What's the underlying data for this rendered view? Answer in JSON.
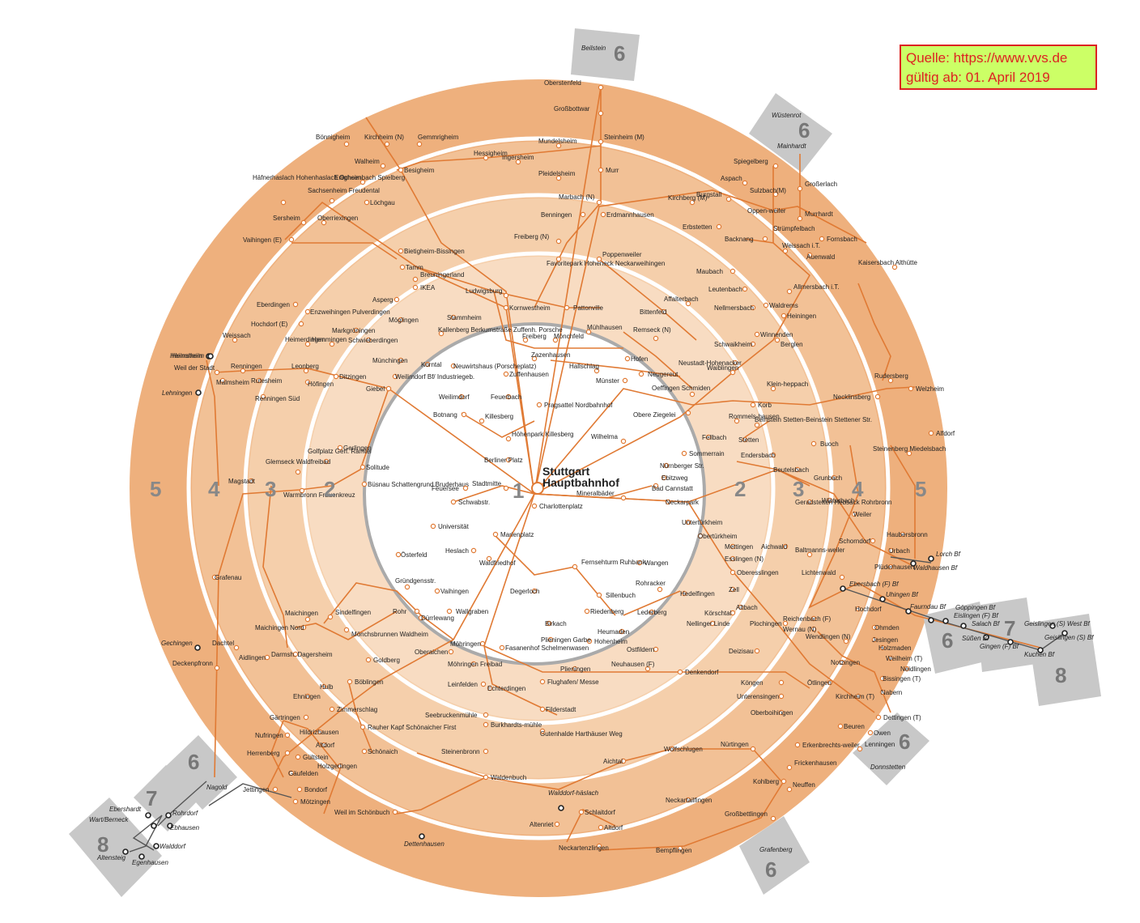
{
  "source": {
    "line1": "Quelle: https://www.vvs.de",
    "line2": "gültig ab: 01. April 2019"
  },
  "colors": {
    "zone5": "#eeb07d",
    "zone4": "#f2c196",
    "zone3": "#f5cfab",
    "zone2": "#f8dcc2",
    "zone1": "#ffffff",
    "line": "#e07a34",
    "tab": "#c8c8c8",
    "ring": "#999999"
  },
  "center": {
    "title1": "Stuttgart",
    "title2": "Hauptbahnhof",
    "zone": "1"
  },
  "zone_labels": [
    {
      "text": "5"
    },
    {
      "text": "4"
    },
    {
      "text": "3"
    },
    {
      "text": "2"
    },
    {
      "text": "2"
    },
    {
      "text": "3"
    },
    {
      "text": "4"
    },
    {
      "text": "5"
    }
  ],
  "tabs": [
    {
      "num": "6",
      "label": "Beilstein"
    },
    {
      "num": "6",
      "label": "Wüstenrot"
    },
    {
      "num": "6",
      "label": "Mainhardt"
    },
    {
      "num": "6",
      "label": "Grafenberg"
    },
    {
      "num": "6",
      "label": "Donnstetten"
    },
    {
      "num": "6",
      "label": "Nagold"
    },
    {
      "num": "7",
      "label": ""
    },
    {
      "num": "8",
      "label": ""
    },
    {
      "num": "6",
      "label": ""
    },
    {
      "num": "7",
      "label": ""
    },
    {
      "num": "8",
      "label": ""
    }
  ],
  "stations": [
    {
      "name": "Oberstenfeld"
    },
    {
      "name": "Großbottwar"
    },
    {
      "name": "Steinheim (M)"
    },
    {
      "name": "Murr"
    },
    {
      "name": "Marbach (N)"
    },
    {
      "name": "Benningen"
    },
    {
      "name": "Erdmannhausen"
    },
    {
      "name": "Mundelsheim"
    },
    {
      "name": "Pleidelsheim"
    },
    {
      "name": "Ingersheim"
    },
    {
      "name": "Hessigheim"
    },
    {
      "name": "Bönnigheim"
    },
    {
      "name": "Kirchheim (N)"
    },
    {
      "name": "Gemmrigheim"
    },
    {
      "name": "Walheim"
    },
    {
      "name": "Besigheim"
    },
    {
      "name": "Erligheim"
    },
    {
      "name": "Löchgau"
    },
    {
      "name": "Sachsenheim Freudental"
    },
    {
      "name": "Häfnerhaslach Hohenhaslach Ochsenbach Spielberg"
    },
    {
      "name": "Sersheim"
    },
    {
      "name": "Oberriexingen"
    },
    {
      "name": "Vaihingen (E)"
    },
    {
      "name": "Bietigheim-Bissingen"
    },
    {
      "name": "Tamm"
    },
    {
      "name": "Breuningerland"
    },
    {
      "name": "IKEA"
    },
    {
      "name": "Asperg"
    },
    {
      "name": "Ludwigsburg"
    },
    {
      "name": "Freiberg (N)"
    },
    {
      "name": "Favoritepark Hoheneck Neckarweihingen"
    },
    {
      "name": "Poppenweiler"
    },
    {
      "name": "Eberdingen"
    },
    {
      "name": "Enzweihingen Pulverdingen"
    },
    {
      "name": "Hochdorf (E)"
    },
    {
      "name": "Markgröningen"
    },
    {
      "name": "Möglingen"
    },
    {
      "name": "Kornwestheim"
    },
    {
      "name": "Pattonville"
    },
    {
      "name": "Stammheim"
    },
    {
      "name": "Weissach"
    },
    {
      "name": "Heimerdingen"
    },
    {
      "name": "Hemmingen"
    },
    {
      "name": "Schwieberdingen"
    },
    {
      "name": "Kallenberg Berkumstraße Zuffenh. Porsche"
    },
    {
      "name": "Münchingen"
    },
    {
      "name": "Korntal"
    },
    {
      "name": "Heimsheim"
    },
    {
      "name": "Weil der Stadt"
    },
    {
      "name": "Renningen"
    },
    {
      "name": "Malmsheim"
    },
    {
      "name": "Rutesheim"
    },
    {
      "name": "Renningen Süd"
    },
    {
      "name": "Lehningen"
    },
    {
      "name": "Leonberg"
    },
    {
      "name": "Höfingen"
    },
    {
      "name": "Ditzingen"
    },
    {
      "name": "Weilimdorf Bf/ Industriegeb."
    },
    {
      "name": "Neuwirtshaus (Porscheplatz)"
    },
    {
      "name": "Zuffenhausen"
    },
    {
      "name": "Zazenhausen"
    },
    {
      "name": "Freiberg"
    },
    {
      "name": "Mönchfeld"
    },
    {
      "name": "Mühlhausen"
    },
    {
      "name": "Hofen"
    },
    {
      "name": "Neugereut"
    },
    {
      "name": "Remseck (N)"
    },
    {
      "name": "Hallschlag"
    },
    {
      "name": "Münster"
    },
    {
      "name": "Giebel"
    },
    {
      "name": "Weilimdorf"
    },
    {
      "name": "Feuerbach"
    },
    {
      "name": "Pragsattel Nordbahnhof"
    },
    {
      "name": "Botnang"
    },
    {
      "name": "Killesberg"
    },
    {
      "name": "Höhenpark Killesberg"
    },
    {
      "name": "Berliner Platz"
    },
    {
      "name": "Gerlingen"
    },
    {
      "name": "Golfplatz Gerl. Ramtel"
    },
    {
      "name": "Solitude"
    },
    {
      "name": "Glemseck Waldfreibad"
    },
    {
      "name": "Büsnau Schattengrund Bruderhaus"
    },
    {
      "name": "Magstadt"
    },
    {
      "name": "Warmbronn Frauenkreuz"
    },
    {
      "name": "Feuersee"
    },
    {
      "name": "Stadtmitte"
    },
    {
      "name": "Schwabstr."
    },
    {
      "name": "Universität"
    },
    {
      "name": "Charlottenplatz"
    },
    {
      "name": "Mineralbäder"
    },
    {
      "name": "Wilhelma"
    },
    {
      "name": "Obere Ziegelei"
    },
    {
      "name": "Oeffingen Schmiden"
    },
    {
      "name": "Fellbach"
    },
    {
      "name": "Sommerrain"
    },
    {
      "name": "Nürnberger Str."
    },
    {
      "name": "Ebitzweg"
    },
    {
      "name": "Bad Cannstatt"
    },
    {
      "name": "Neckarpark"
    },
    {
      "name": "Untertürkheim"
    },
    {
      "name": "Obertürkheim"
    },
    {
      "name": "Mettingen"
    },
    {
      "name": "Esslingen (N)"
    },
    {
      "name": "Oberesslingen"
    },
    {
      "name": "Zell"
    },
    {
      "name": "Altbach"
    },
    {
      "name": "Plochingen"
    },
    {
      "name": "Wangen"
    },
    {
      "name": "Hedelfingen"
    },
    {
      "name": "Rohracker"
    },
    {
      "name": "Marienplatz"
    },
    {
      "name": "Heslach"
    },
    {
      "name": "Waldfriedhof"
    },
    {
      "name": "Österfeld"
    },
    {
      "name": "Vaihingen"
    },
    {
      "name": "Degerloch"
    },
    {
      "name": "Fernsehturm Ruhbank"
    },
    {
      "name": "Sillenbuch"
    },
    {
      "name": "Riedenberg"
    },
    {
      "name": "Heumaden"
    },
    {
      "name": "Hohenheim"
    },
    {
      "name": "Birkach"
    },
    {
      "name": "Plieningen Garbe"
    },
    {
      "name": "Lederberg"
    },
    {
      "name": "Ostfildern"
    },
    {
      "name": "Gründgensstr."
    },
    {
      "name": "Rohr"
    },
    {
      "name": "Dürrlewang"
    },
    {
      "name": "Wallgraben"
    },
    {
      "name": "Möhringen"
    },
    {
      "name": "Fasanenhof Schelmenwasen"
    },
    {
      "name": "Möhringen Freibad"
    },
    {
      "name": "Oberaichen"
    },
    {
      "name": "Leinfelden"
    },
    {
      "name": "Echterdingen"
    },
    {
      "name": "Flughafen/ Messe"
    },
    {
      "name": "Plieningen"
    },
    {
      "name": "Neuhausen (F)"
    },
    {
      "name": "Denkendorf"
    },
    {
      "name": "Filderstadt"
    },
    {
      "name": "Seebruckenmühle"
    },
    {
      "name": "Burkhardts-mühle"
    },
    {
      "name": "Gutenhalde Harthäuser Weg"
    },
    {
      "name": "Steinenbronn"
    },
    {
      "name": "Waldenbuch"
    },
    {
      "name": "Aichtal"
    },
    {
      "name": "Wolfschlugen"
    },
    {
      "name": "Nürtingen"
    },
    {
      "name": "Grafenau"
    },
    {
      "name": "Maichingen"
    },
    {
      "name": "Maichingen Nord"
    },
    {
      "name": "Sindelfingen"
    },
    {
      "name": "Mönchsbrunnen Waldheim"
    },
    {
      "name": "Goldberg"
    },
    {
      "name": "Darmsh. Dagersheim"
    },
    {
      "name": "Gechingen"
    },
    {
      "name": "Dachtel"
    },
    {
      "name": "Aidlingen"
    },
    {
      "name": "Deckenpfronn"
    },
    {
      "name": "Hulb"
    },
    {
      "name": "Böblingen"
    },
    {
      "name": "Ehningen"
    },
    {
      "name": "Zimmerschlag"
    },
    {
      "name": "Rauher Kapf Schönaicher First"
    },
    {
      "name": "Gärtringen"
    },
    {
      "name": "Hildrizhausen"
    },
    {
      "name": "Nufringen"
    },
    {
      "name": "Altdorf"
    },
    {
      "name": "Herrenberg"
    },
    {
      "name": "Gültstein"
    },
    {
      "name": "Holzgerlingen"
    },
    {
      "name": "Schönaich"
    },
    {
      "name": "Gäufelden"
    },
    {
      "name": "Bondorf"
    },
    {
      "name": "Jettingen"
    },
    {
      "name": "Mötzingen"
    },
    {
      "name": "Weil im Schönbuch"
    },
    {
      "name": "Dettenhausen"
    },
    {
      "name": "Walddorf-häslach"
    },
    {
      "name": "Schlaitdorf"
    },
    {
      "name": "Altenriet"
    },
    {
      "name": "Altdorf"
    },
    {
      "name": "Neckartenzlingen"
    },
    {
      "name": "Neckartailfingen"
    },
    {
      "name": "Bempflingen"
    },
    {
      "name": "Großbettlingen"
    },
    {
      "name": "Kohlberg"
    },
    {
      "name": "Neuffen"
    },
    {
      "name": "Frickenhausen"
    },
    {
      "name": "Erkenbrechts-weiler"
    },
    {
      "name": "Beuren"
    },
    {
      "name": "Owen"
    },
    {
      "name": "Lenningen"
    },
    {
      "name": "Dettingen (T)"
    },
    {
      "name": "Kirchheim (T)"
    },
    {
      "name": "Ötlingen"
    },
    {
      "name": "Notzingen"
    },
    {
      "name": "Wendlingen (N)"
    },
    {
      "name": "Wernau (N)"
    },
    {
      "name": "Reichenbach (F)"
    },
    {
      "name": "Hochdorf"
    },
    {
      "name": "Köngen"
    },
    {
      "name": "Unterensingen"
    },
    {
      "name": "Oberboihingen"
    },
    {
      "name": "Deizisau"
    },
    {
      "name": "Nellinger Linde"
    },
    {
      "name": "Körschtal"
    },
    {
      "name": "Ohmden"
    },
    {
      "name": "Jesingen"
    },
    {
      "name": "Holzmaden"
    },
    {
      "name": "Weilheim (T)"
    },
    {
      "name": "Neidlingen"
    },
    {
      "name": "Bissingen (T)"
    },
    {
      "name": "Nabern"
    },
    {
      "name": "Schorndorf"
    },
    {
      "name": "Urbach"
    },
    {
      "name": "Plüderhausen"
    },
    {
      "name": "Haubersbronn"
    },
    {
      "name": "Weiler"
    },
    {
      "name": "Winterbach"
    },
    {
      "name": "Geradstetten Hebsack Rohrbronn"
    },
    {
      "name": "Grunbach"
    },
    {
      "name": "Buoch"
    },
    {
      "name": "Beutelsbach"
    },
    {
      "name": "Endersbach"
    },
    {
      "name": "Stetten"
    },
    {
      "name": "Rommels-hausen"
    },
    {
      "name": "Beinstein Stetten-Beinstein Stettener Str."
    },
    {
      "name": "Korb"
    },
    {
      "name": "Klein-heppach"
    },
    {
      "name": "Waiblingen"
    },
    {
      "name": "Aichwald"
    },
    {
      "name": "Baltmanns-weiler"
    },
    {
      "name": "Lichtenwald"
    },
    {
      "name": "Rudersberg"
    },
    {
      "name": "Necklinsberg"
    },
    {
      "name": "Welzheim"
    },
    {
      "name": "Alfdorf"
    },
    {
      "name": "Steinenberg Miedelsbach"
    },
    {
      "name": "Kaisersbach Althütte"
    },
    {
      "name": "Auenwald"
    },
    {
      "name": "Allmersbach i.T."
    },
    {
      "name": "Weissach i.T."
    },
    {
      "name": "Backnang"
    },
    {
      "name": "Strümpfelbach"
    },
    {
      "name": "Fornsbach"
    },
    {
      "name": "Murrhardt"
    },
    {
      "name": "Großerlach"
    },
    {
      "name": "Sulzbach(M)"
    },
    {
      "name": "Oppen-weiler"
    },
    {
      "name": "Aspach"
    },
    {
      "name": "Spiegelberg"
    },
    {
      "name": "Burgstall"
    },
    {
      "name": "Kirchberg (M)"
    },
    {
      "name": "Erbstetten"
    },
    {
      "name": "Maubach"
    },
    {
      "name": "Leutenbach"
    },
    {
      "name": "Nellmersbach"
    },
    {
      "name": "Winnenden"
    },
    {
      "name": "Waldrems"
    },
    {
      "name": "Heiningen"
    },
    {
      "name": "Berglen"
    },
    {
      "name": "Schwaikheim"
    },
    {
      "name": "Neustadt-Hohenacker"
    },
    {
      "name": "Bittenfeld"
    },
    {
      "name": "Affalterbach"
    },
    {
      "name": "Lorch Bf"
    },
    {
      "name": "Waldhausen Bf"
    },
    {
      "name": "Ebersbach (F) Bf"
    },
    {
      "name": "Uhingen Bf"
    },
    {
      "name": "Faurndau Bf"
    },
    {
      "name": "Göppingen Bf"
    },
    {
      "name": "Eislingen (F) Bf"
    },
    {
      "name": "Salach Bf"
    },
    {
      "name": "Süßen Bf"
    },
    {
      "name": "Gingen (F) Bf"
    },
    {
      "name": "Geislingen (S) West Bf"
    },
    {
      "name": "Geislingen (S) Bf"
    },
    {
      "name": "Kuchen Bf"
    },
    {
      "name": "Ebershardt"
    },
    {
      "name": "Rohrdorf"
    },
    {
      "name": "Wart/Berneck"
    },
    {
      "name": "Ebhausen"
    },
    {
      "name": "Walddorf"
    },
    {
      "name": "Altensteig"
    },
    {
      "name": "Egenhausen"
    },
    {
      "name": "Heimsheim"
    }
  ]
}
